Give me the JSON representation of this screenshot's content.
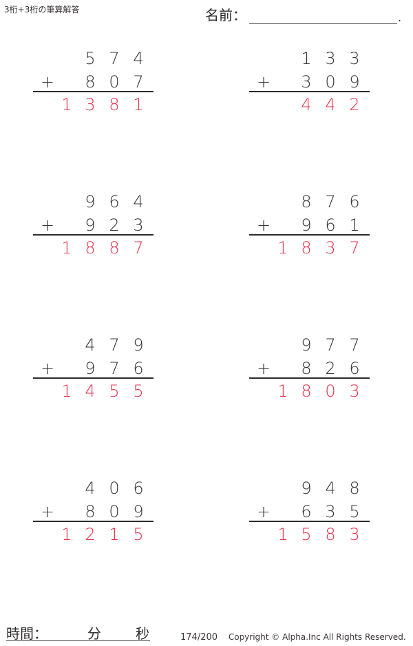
{
  "header": {
    "title": "3桁+3桁の筆算解答",
    "name_label": "名前：",
    "name_value": "",
    "name_dot": "."
  },
  "colors": {
    "text": "#3a3434",
    "answer": "#e8324b",
    "rule": "#2e2a2a"
  },
  "operator": "+",
  "problems": [
    {
      "a": [
        "5",
        "7",
        "4"
      ],
      "b": [
        "8",
        "0",
        "7"
      ],
      "answer": [
        "1",
        "3",
        "8",
        "1"
      ]
    },
    {
      "a": [
        "1",
        "3",
        "3"
      ],
      "b": [
        "3",
        "0",
        "9"
      ],
      "answer": [
        "",
        "4",
        "4",
        "2"
      ]
    },
    {
      "a": [
        "9",
        "6",
        "4"
      ],
      "b": [
        "9",
        "2",
        "3"
      ],
      "answer": [
        "1",
        "8",
        "8",
        "7"
      ]
    },
    {
      "a": [
        "8",
        "7",
        "6"
      ],
      "b": [
        "9",
        "6",
        "1"
      ],
      "answer": [
        "1",
        "8",
        "3",
        "7"
      ]
    },
    {
      "a": [
        "4",
        "7",
        "9"
      ],
      "b": [
        "9",
        "7",
        "6"
      ],
      "answer": [
        "1",
        "4",
        "5",
        "5"
      ]
    },
    {
      "a": [
        "9",
        "7",
        "7"
      ],
      "b": [
        "8",
        "2",
        "6"
      ],
      "answer": [
        "1",
        "8",
        "0",
        "3"
      ]
    },
    {
      "a": [
        "4",
        "0",
        "6"
      ],
      "b": [
        "8",
        "0",
        "9"
      ],
      "answer": [
        "1",
        "2",
        "1",
        "5"
      ]
    },
    {
      "a": [
        "9",
        "4",
        "8"
      ],
      "b": [
        "6",
        "3",
        "5"
      ],
      "answer": [
        "1",
        "5",
        "8",
        "3"
      ]
    }
  ],
  "footer": {
    "time_label": "時間：",
    "minutes_label": "分",
    "seconds_label": "秒",
    "page": "174/200",
    "copyright": "Copyright © Alpha.Inc All Rights Reserved."
  }
}
